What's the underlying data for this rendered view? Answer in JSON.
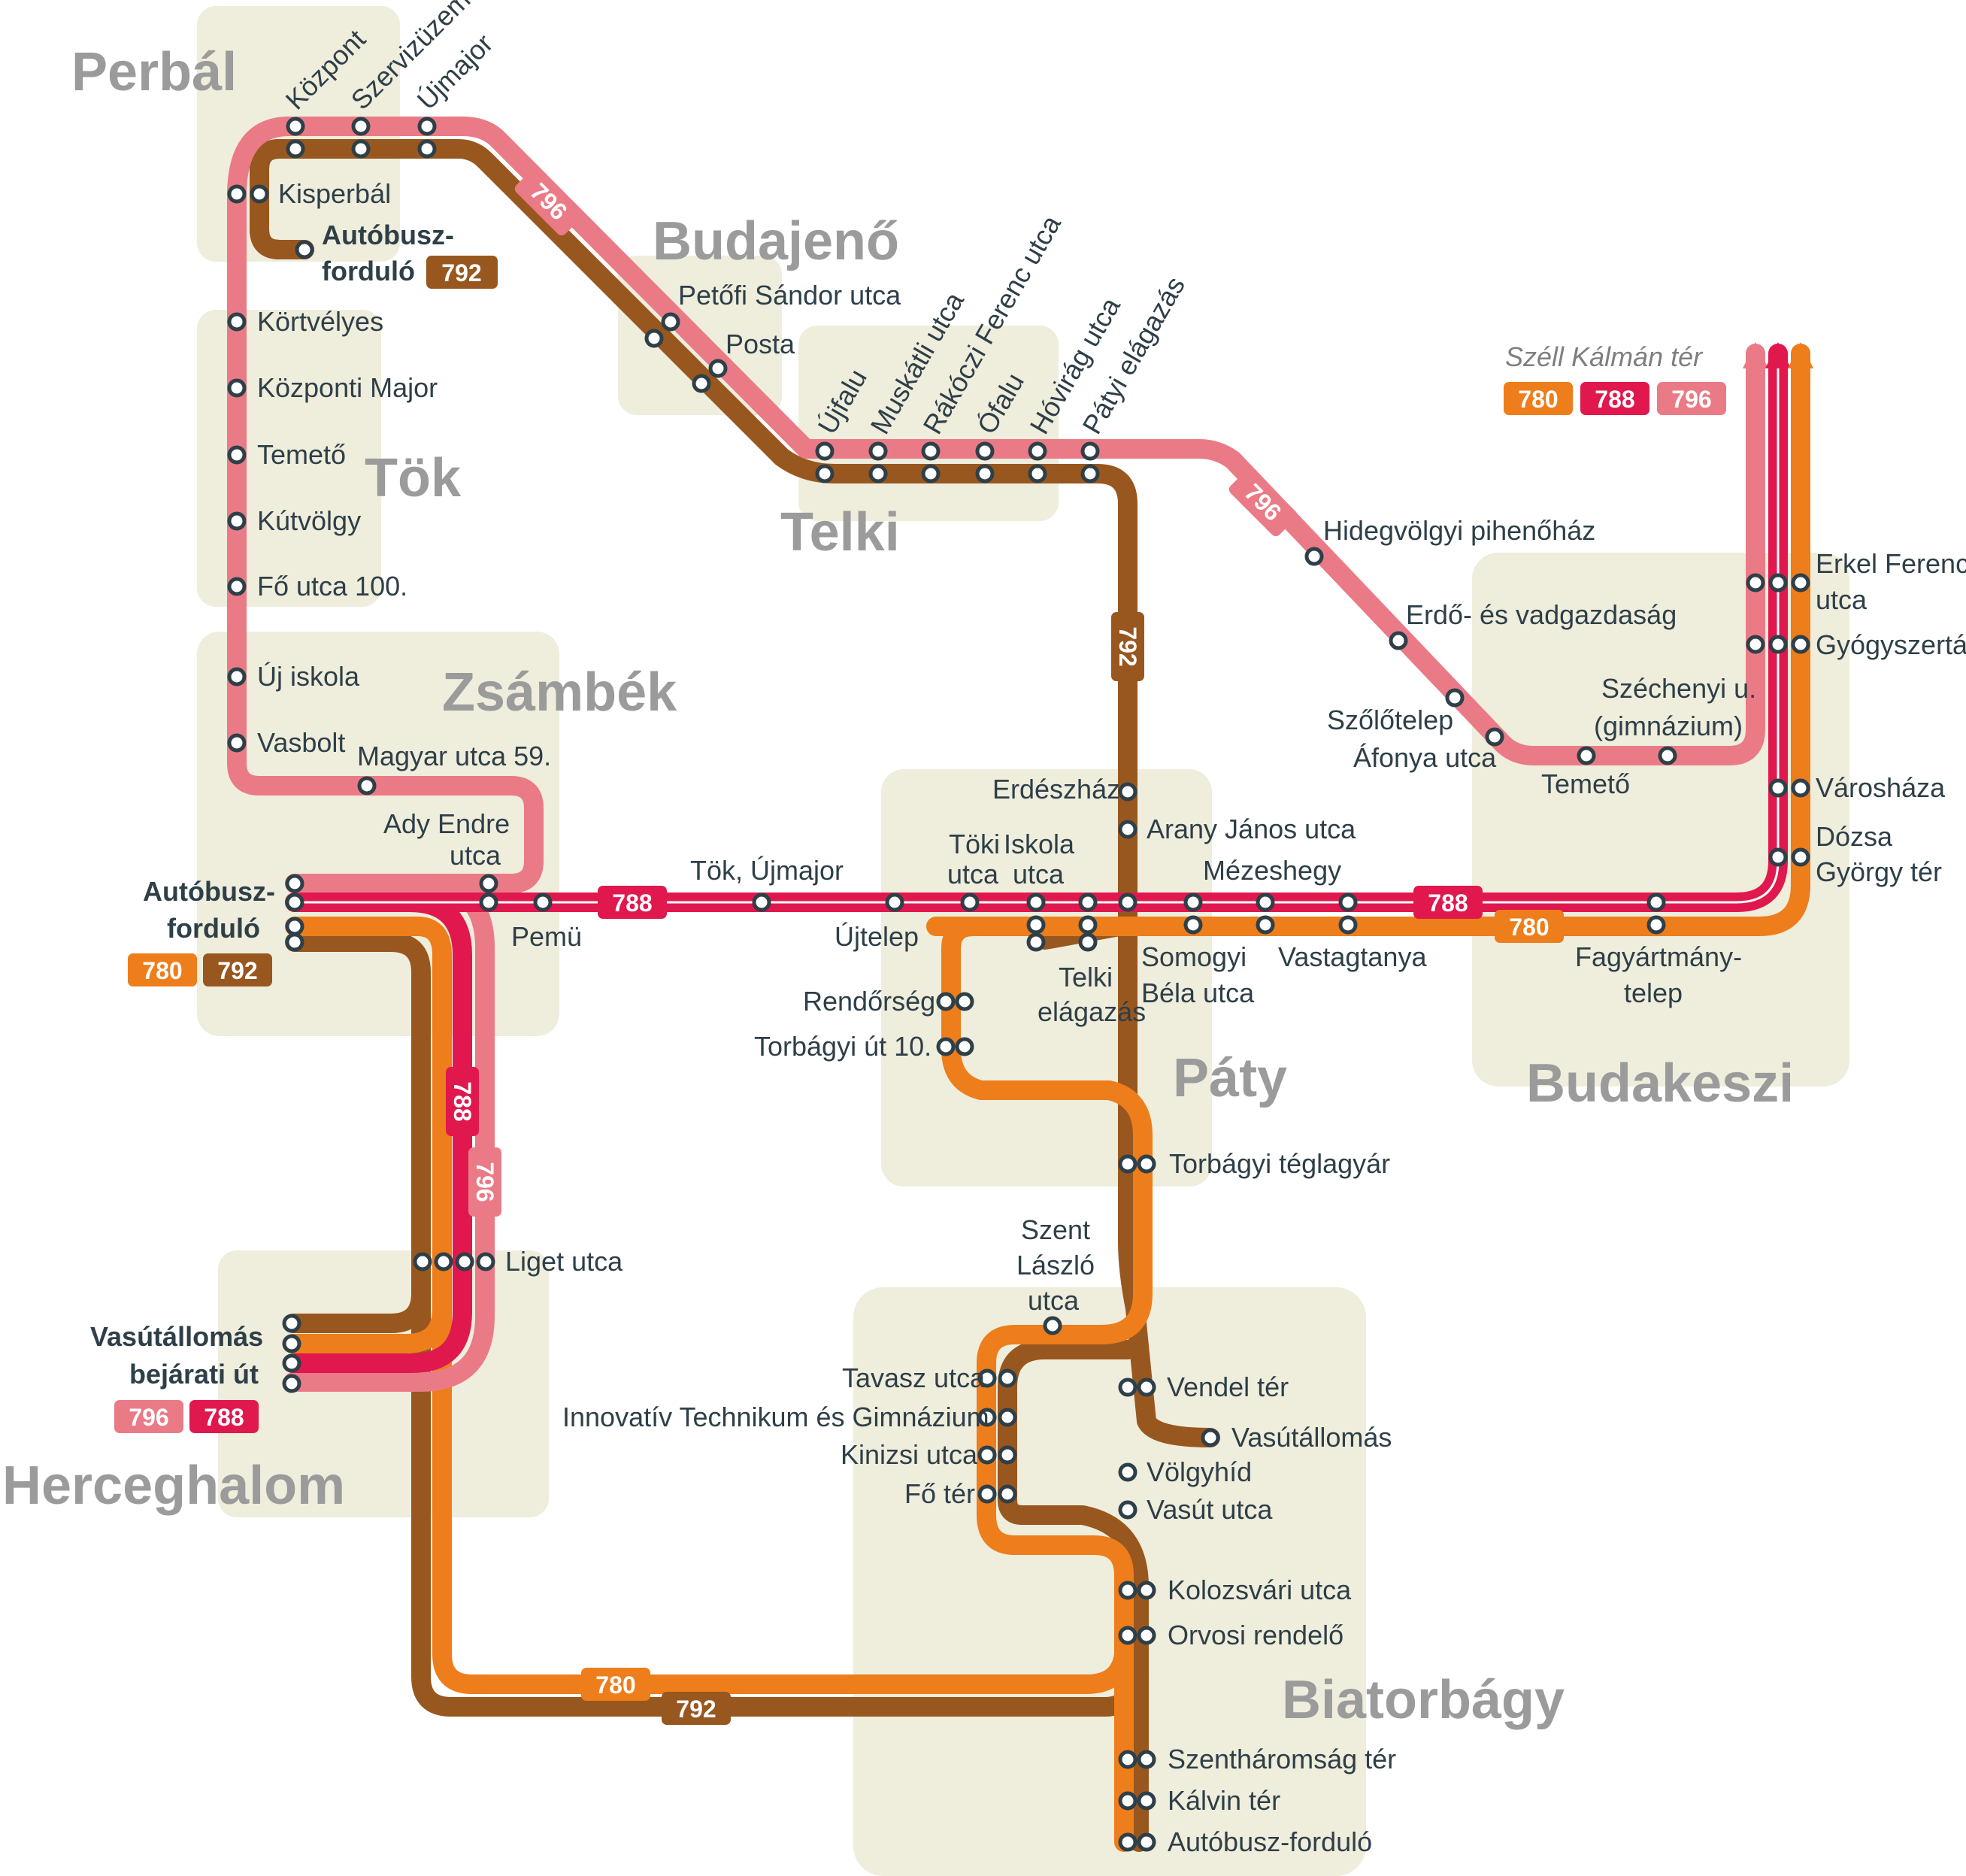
{
  "colors": {
    "r780": "#ee7d1b",
    "r788": "#e0184d",
    "r792": "#98571f",
    "r796": "#ea7b86",
    "zone": "#efeddc",
    "town": "#9b9b9b",
    "text": "#2e3f48"
  },
  "towns": {
    "perbal": "Perbál",
    "budajeno": "Budajenő",
    "tok": "Tök",
    "telki": "Telki",
    "zsambek": "Zsámbék",
    "paty": "Páty",
    "budakeszi": "Budakeszi",
    "herceghalom": "Herceghalom",
    "biatorbagy": "Biatorbágy"
  },
  "destination": {
    "name": "Széll Kálmán tér",
    "routes": [
      "780",
      "788",
      "796"
    ]
  },
  "routes": {
    "r780": "780",
    "r788": "788",
    "r792": "792",
    "r796": "796"
  },
  "stops": {
    "kozpont": "Központ",
    "szervizuzem": "Szervizüzem",
    "ujmajor": "Újmajor",
    "kisperbal": "Kisperbál",
    "perbal_forduló_1": "Autóbusz-",
    "perbal_forduló_2": "forduló",
    "kortvelyes": "Körtvélyes",
    "kozponti_major": "Központi Major",
    "temeto_tok": "Temető",
    "kutvolgy": "Kútvölgy",
    "fo_utca_100": "Fő utca 100.",
    "uj_iskola": "Új iskola",
    "vasbolt": "Vasbolt",
    "magyar_utca_59": "Magyar utca 59.",
    "ady_endre_1": "Ady Endre",
    "ady_endre_2": "utca",
    "zsambek_forduló_1": "Autóbusz-",
    "zsambek_forduló_2": "forduló",
    "pemu": "Pemü",
    "tok_ujmajor": "Tök, Újmajor",
    "petofi_sandor_utca": "Petőfi Sándor utca",
    "posta": "Posta",
    "ujfalu": "Újfalu",
    "muskatli_utca": "Muskátli utca",
    "rakoczi_ferenc_utca": "Rákóczi Ferenc utca",
    "ofalu": "Ófalu",
    "hovirag_utca": "Hóvirág utca",
    "patyi_elagazas": "Pátyi elágazás",
    "hidegvolgyi": "Hidegvölgyi pihenőház",
    "erdo_vadgazdasag": "Erdő- és vadgazdaság",
    "szolotelep": "Szőlőtelep",
    "afonya_utca": "Áfonya utca",
    "temeto_bk": "Temető",
    "szechenyi_1": "Széchenyi u.",
    "szechenyi_2": "(gimnázium)",
    "erkel_1": "Erkel Ferenc",
    "erkel_2": "utca",
    "gyogyszertar": "Gyógyszertár",
    "varoshaza": "Városháza",
    "dozsa_1": "Dózsa",
    "dozsa_2": "György tér",
    "erdeszhaz": "Erdészház",
    "arany_janos_utca": "Arany János utca",
    "toki_utca_1": "Töki",
    "toki_utca_2": "utca",
    "iskola_utca_1": "Iskola",
    "iskola_utca_2": "utca",
    "mezeshegy": "Mézeshegy",
    "ujtelep": "Újtelep",
    "somogyi_1": "Somogyi",
    "somogyi_2": "Béla utca",
    "vastagtanya": "Vastagtanya",
    "telki_elag_1": "Telki",
    "telki_elag_2": "elágazás",
    "fagyartmany_1": "Fagyártmány-",
    "fagyartmany_2": "telep",
    "rendorseg": "Rendőrség",
    "torbagyi_ut_10": "Torbágyi út 10.",
    "torbagyi_teglagyar": "Torbágyi téglagyár",
    "liget_utca": "Liget utca",
    "vasut_bejarat_1": "Vasútállomás",
    "vasut_bejarat_2": "bejárati út",
    "szent_laszlo_1": "Szent",
    "szent_laszlo_2": "László",
    "szent_laszlo_3": "utca",
    "tavasz_utca": "Tavasz utca",
    "innovativ": "Innovatív Technikum és Gimnázium",
    "kinizsi_utca": "Kinizsi utca",
    "fo_ter": "Fő tér",
    "vendel_ter": "Vendel tér",
    "vasutallomas": "Vasútállomás",
    "volgyhid": "Völgyhíd",
    "vasut_utca": "Vasút utca",
    "kolozsvari_utca": "Kolozsvári utca",
    "orvosi_rendelo": "Orvosi rendelő",
    "szentharomsag_ter": "Szentháromság tér",
    "kalvin_ter": "Kálvin tér",
    "bia_forduló": "Autóbusz-forduló"
  }
}
